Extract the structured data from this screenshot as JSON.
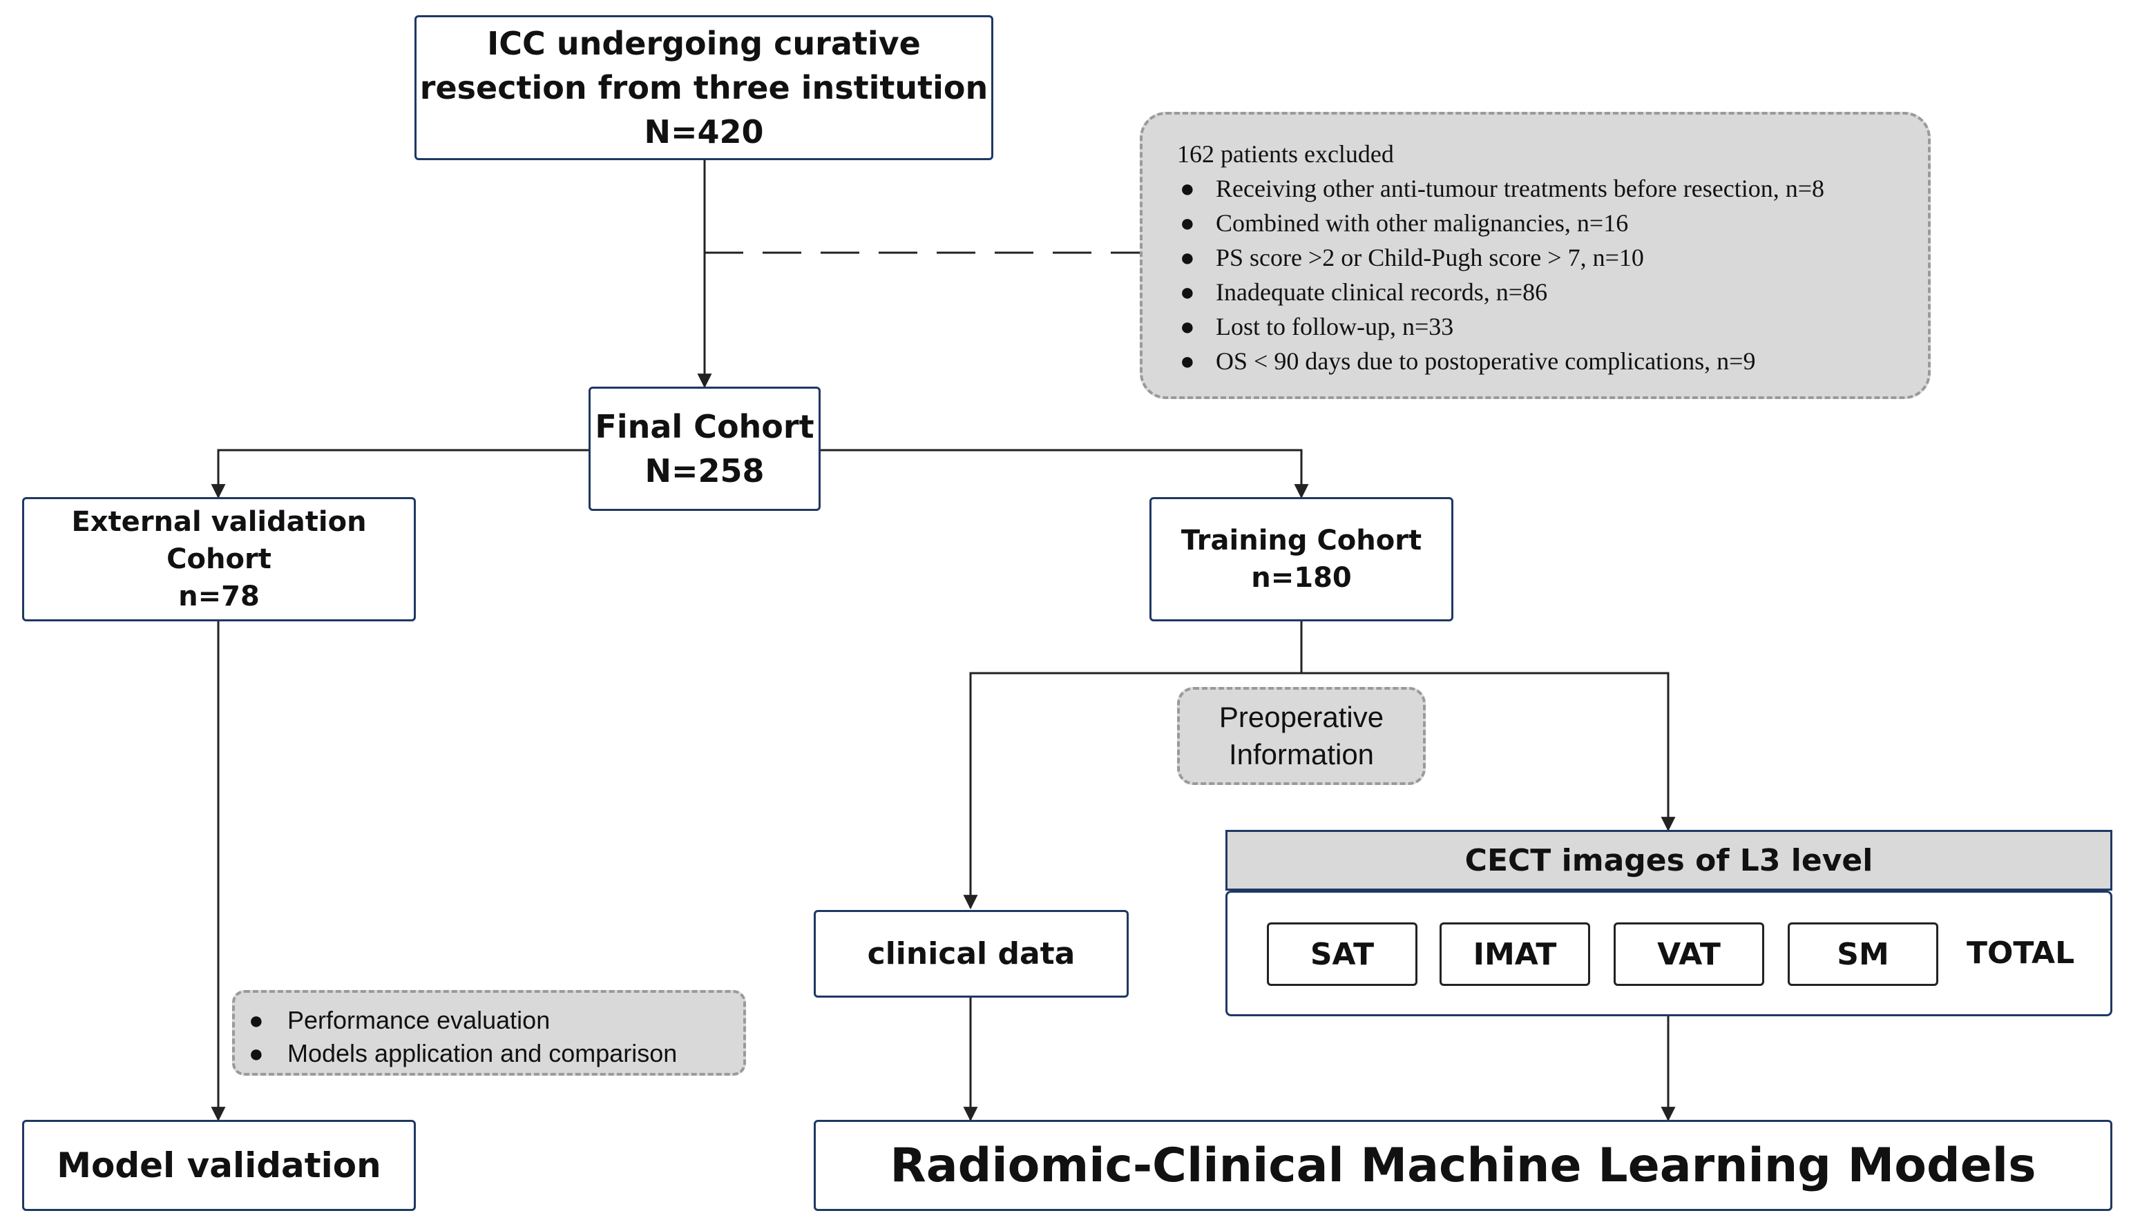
{
  "start": {
    "line1": "ICC undergoing curative",
    "line2": "resection from three institution",
    "count": "N=420"
  },
  "excluded": {
    "title": "162 patients excluded",
    "bullet": "●",
    "items": [
      "Receiving other anti-tumour treatments before resection, n=8",
      "Combined with other malignancies, n=16",
      "PS score >2 or Child-Pugh score > 7, n=10",
      "Inadequate clinical records, n=86",
      "Lost to follow-up, n=33",
      "OS < 90 days due to postoperative complications, n=9"
    ]
  },
  "final": {
    "title": "Final Cohort",
    "count": "N=258"
  },
  "external": {
    "title": "External validation Cohort",
    "count": "n=78"
  },
  "training": {
    "title": "Training Cohort",
    "count": "n=180"
  },
  "preop": {
    "line1": "Preoperative",
    "line2": "Information"
  },
  "cect": {
    "title": "CECT images of L3 level",
    "components": [
      "SAT",
      "IMAT",
      "VAT",
      "SM"
    ],
    "total": "TOTAL"
  },
  "clinical": {
    "label": "clinical data"
  },
  "validation_notes": {
    "bullet": "●",
    "items": [
      "Performance evaluation",
      "Models application and comparison"
    ]
  },
  "model_validation": {
    "label": "Model validation"
  },
  "models": {
    "label": "Radiomic-Clinical Machine Learning Models"
  },
  "colors": {
    "box_border": "#1f3864",
    "dashed_fill": "#d9d9d9",
    "dashed_border": "#9a9a9a",
    "line": "#222222"
  }
}
